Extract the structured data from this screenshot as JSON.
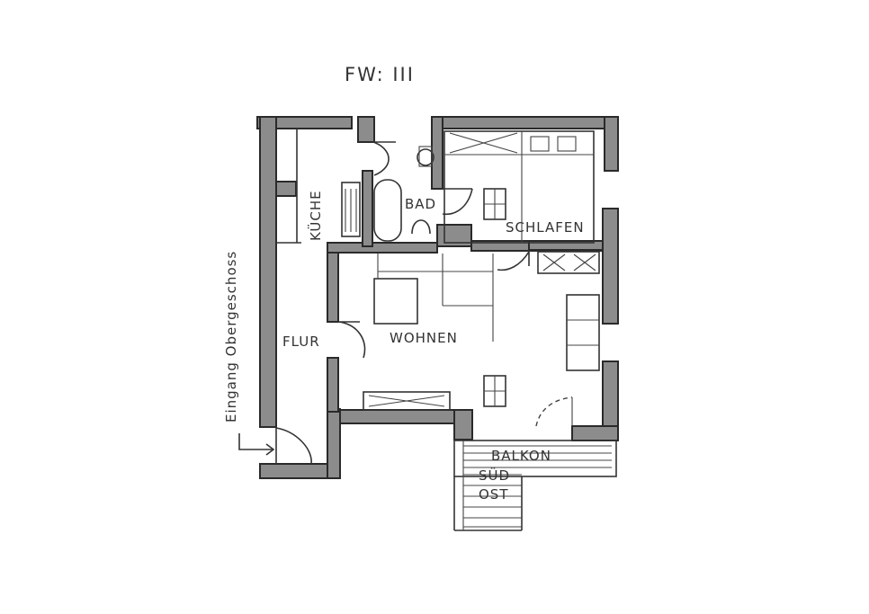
{
  "plan": {
    "title": "FW: III",
    "entrance": "Eingang Obergeschoss",
    "rooms": {
      "kitchen": "KÜCHE",
      "bath": "BAD",
      "bedroom": "SCHLAFEN",
      "hall": "FLUR",
      "living": "WOHNEN",
      "balcony": "BALKON",
      "orientation_1": "SÜD",
      "orientation_2": "OST"
    }
  }
}
